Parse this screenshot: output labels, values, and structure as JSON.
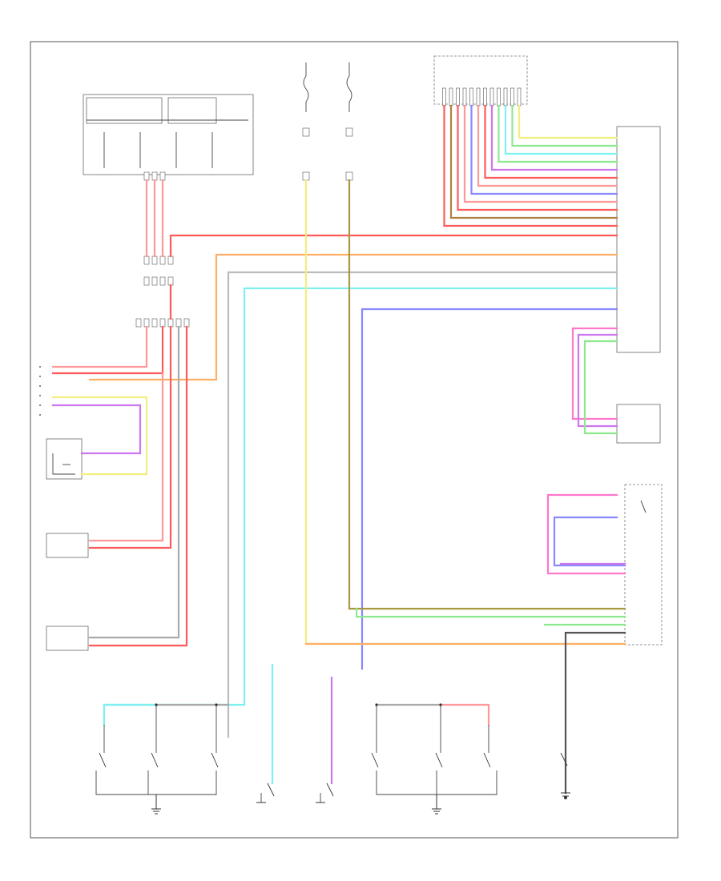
{
  "page": {
    "footer_code": "",
    "colors": {
      "red": "#ff5a5a",
      "pink": "#ff9999",
      "orange": "#ffae66",
      "yellow": "#f2ee80",
      "green": "#8ee88e",
      "cyan": "#7ff0f0",
      "blue": "#8888ff",
      "violet": "#cc77ee",
      "brown": "#b08040",
      "gray": "#999999",
      "olive": "#a89a40",
      "black": "#444444",
      "frame": "#555555"
    }
  },
  "diagram": {
    "title": "",
    "components": [
      {
        "id": "top-fuse-box",
        "label": ""
      },
      {
        "id": "fuse-a",
        "label": ""
      },
      {
        "id": "fuse-b",
        "label": ""
      },
      {
        "id": "top-connector",
        "label": ""
      },
      {
        "id": "body-control-module",
        "label": ""
      },
      {
        "id": "joint-connector",
        "label": ""
      },
      {
        "id": "fuel-level-sensor",
        "label": ""
      },
      {
        "id": "engine-coolant-sensor",
        "label": ""
      },
      {
        "id": "speed-sensor",
        "label": ""
      },
      {
        "id": "passenger-seat-sensor",
        "label": ""
      },
      {
        "id": "door-switch-module",
        "label": ""
      },
      {
        "id": "left-door-switches",
        "label": ""
      },
      {
        "id": "right-door-switches",
        "label": ""
      },
      {
        "id": "trunk-switch",
        "label": ""
      }
    ]
  }
}
